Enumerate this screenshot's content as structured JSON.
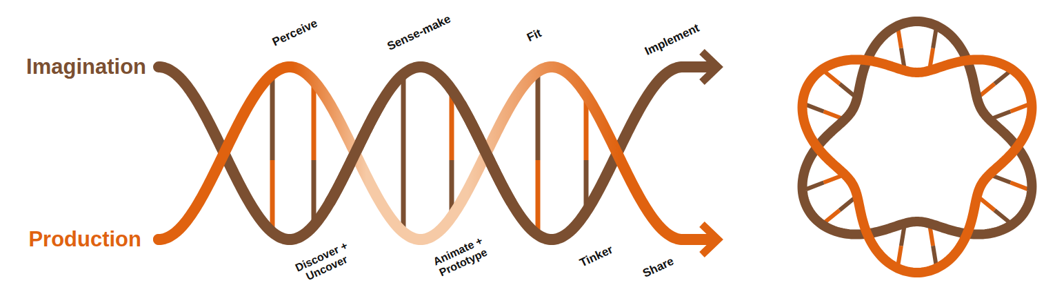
{
  "diagram": {
    "labels": [
      "Imagination",
      "Production",
      "Perceive",
      "Sense-make",
      "Fit",
      "Implement",
      "Discover + Uncover",
      "Animate + Prototype",
      "Tinker",
      "Share"
    ]
  }
}
